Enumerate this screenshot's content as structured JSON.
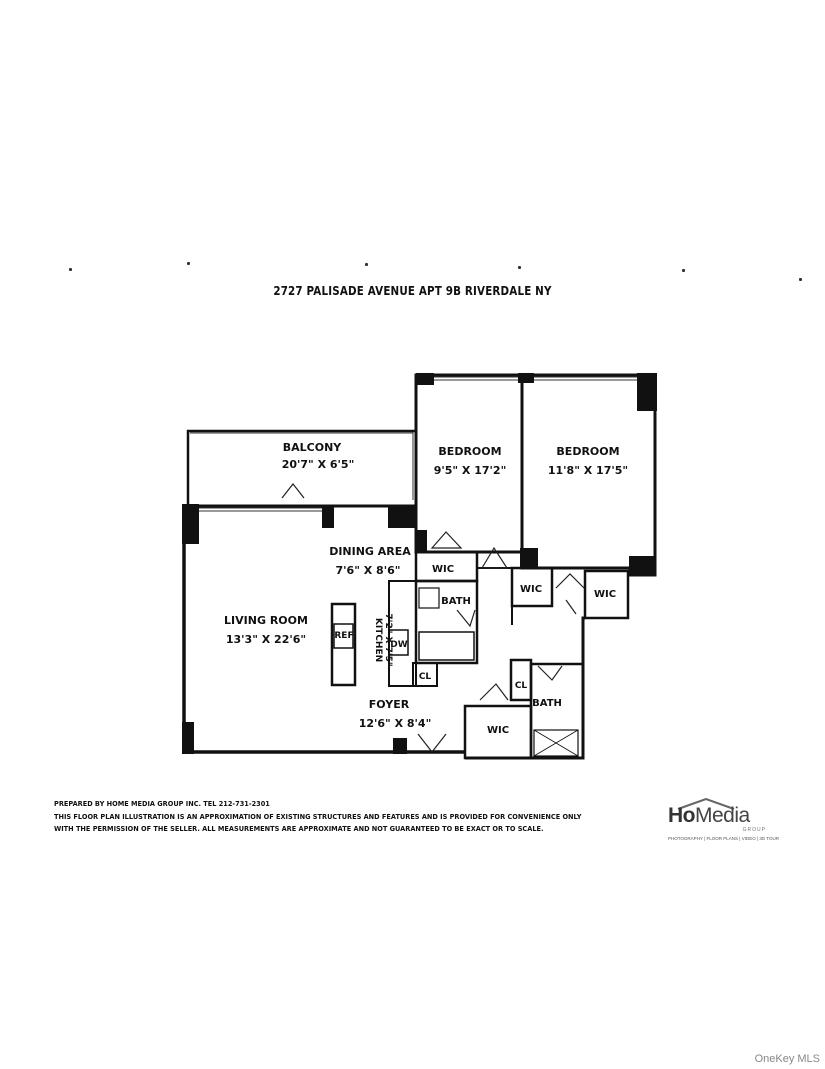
{
  "title": "2727 PALISADE AVENUE APT 9B RIVERDALE NY",
  "rooms": {
    "balcony": {
      "name": "BALCONY",
      "dims": "20'7\" X 6'5\""
    },
    "bedroom1": {
      "name": "BEDROOM",
      "dims": "9'5\" X 17'2\""
    },
    "bedroom2": {
      "name": "BEDROOM",
      "dims": "11'8\" X 17'5\""
    },
    "dining": {
      "name": "DINING AREA",
      "dims": "7'6\" X 8'6\""
    },
    "living": {
      "name": "LIVING ROOM",
      "dims": "13'3\" X 22'6\""
    },
    "kitchen": {
      "name": "KITCHEN",
      "dims": "7'2\" X 7'5\""
    },
    "foyer": {
      "name": "FOYER",
      "dims": "12'6\" X 8'4\""
    },
    "bath1": "BATH",
    "bath2": "BATH",
    "wic1": "WIC",
    "wic2": "WIC",
    "wic3": "WIC",
    "wic4": "WIC",
    "cl1": "CL",
    "cl2": "CL",
    "ref": "REF",
    "dw": "DW"
  },
  "disclaimer": {
    "line1": "PREPARED BY HOME MEDIA GROUP INC. TEL 212-731-2301",
    "line2": "THIS FLOOR PLAN ILLUSTRATION IS AN APPROXIMATION OF EXISTING STRUCTURES AND FEATURES AND IS PROVIDED FOR CONVENIENCE ONLY",
    "line3": "WITH THE PERMISSION OF THE SELLER. ALL MEASUREMENTS ARE APPROXIMATE AND NOT GUARANTEED TO BE EXACT OR TO SCALE."
  },
  "logo": {
    "part1": "Ho",
    "part2": "Media",
    "sub": "GROUP",
    "tag": "PHOTOGRAPHY | FLOOR PLANS | VIDEO | 3D TOUR"
  },
  "watermark": "OneKey MLS"
}
